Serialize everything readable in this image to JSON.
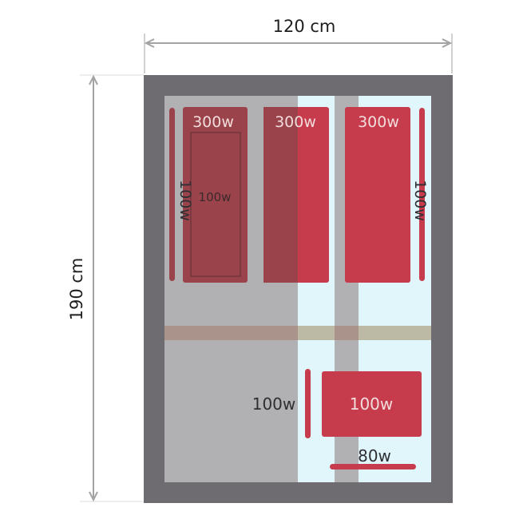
{
  "dimensions": {
    "width_label": "120 cm",
    "height_label": "190 cm"
  },
  "heaters": {
    "top_left_panel": "300w",
    "top_middle_panel": "300w",
    "top_right_panel": "300w",
    "inner_left_panel": "100w",
    "left_strip": "100w",
    "right_strip": "100w",
    "bottom_vertical_strip": "100w",
    "bottom_panel": "100w",
    "bottom_horizontal_strip": "80w"
  },
  "colors": {
    "frame": "#6e6c70",
    "floor": "#b1b1b3",
    "glass": "#e0f6fb",
    "bench": "#bcb9a4",
    "heater": "#c63c4c",
    "heater_dark": "#9a434b",
    "dimension_line": "#a3a3a3",
    "label_light": "#f2dcdc",
    "label_dark": "#2f2f33"
  }
}
